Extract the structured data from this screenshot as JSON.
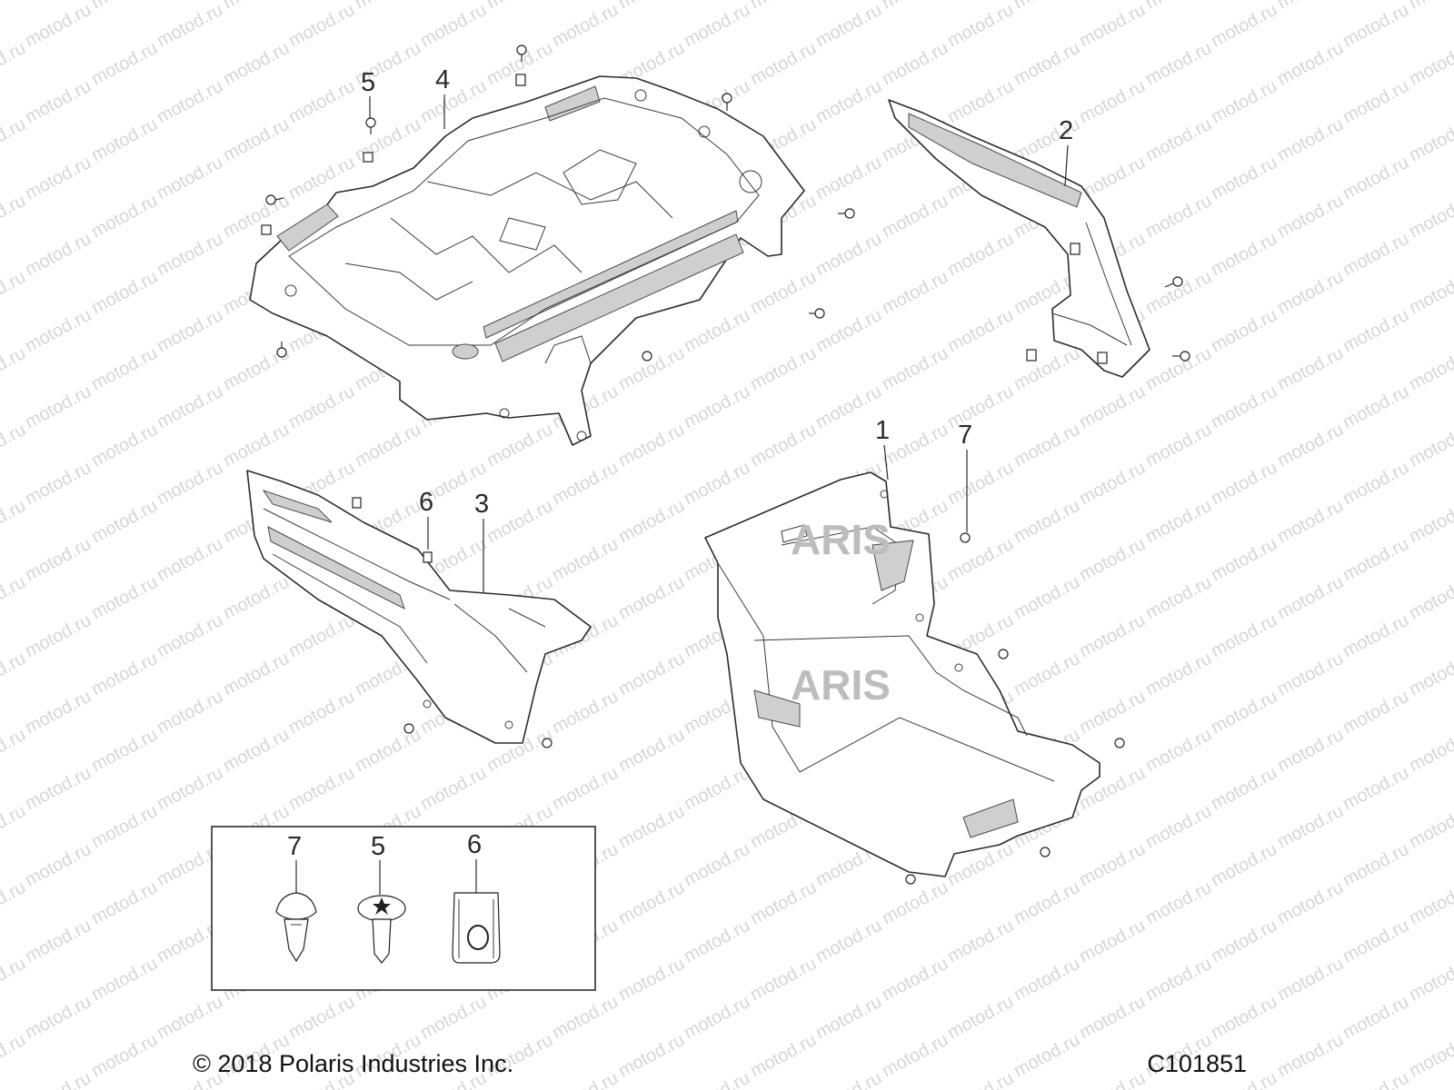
{
  "watermark": {
    "text": "motod.ru"
  },
  "brand_logo": {
    "text": "ARIS"
  },
  "callouts": {
    "part_1": "1",
    "part_2": "2",
    "part_3": "3",
    "part_4": "4",
    "part_5": "5",
    "part_6": "6",
    "part_7": "7"
  },
  "legend": {
    "fastener_7": "7",
    "fastener_5": "5",
    "fastener_6": "6"
  },
  "footer": {
    "copyright": "© 2018 Polaris Industries Inc.",
    "code": "C101851"
  },
  "colors": {
    "line": "#2b2b2b",
    "shade": "#cfcfcf",
    "watermark": "#d6d6d6"
  }
}
